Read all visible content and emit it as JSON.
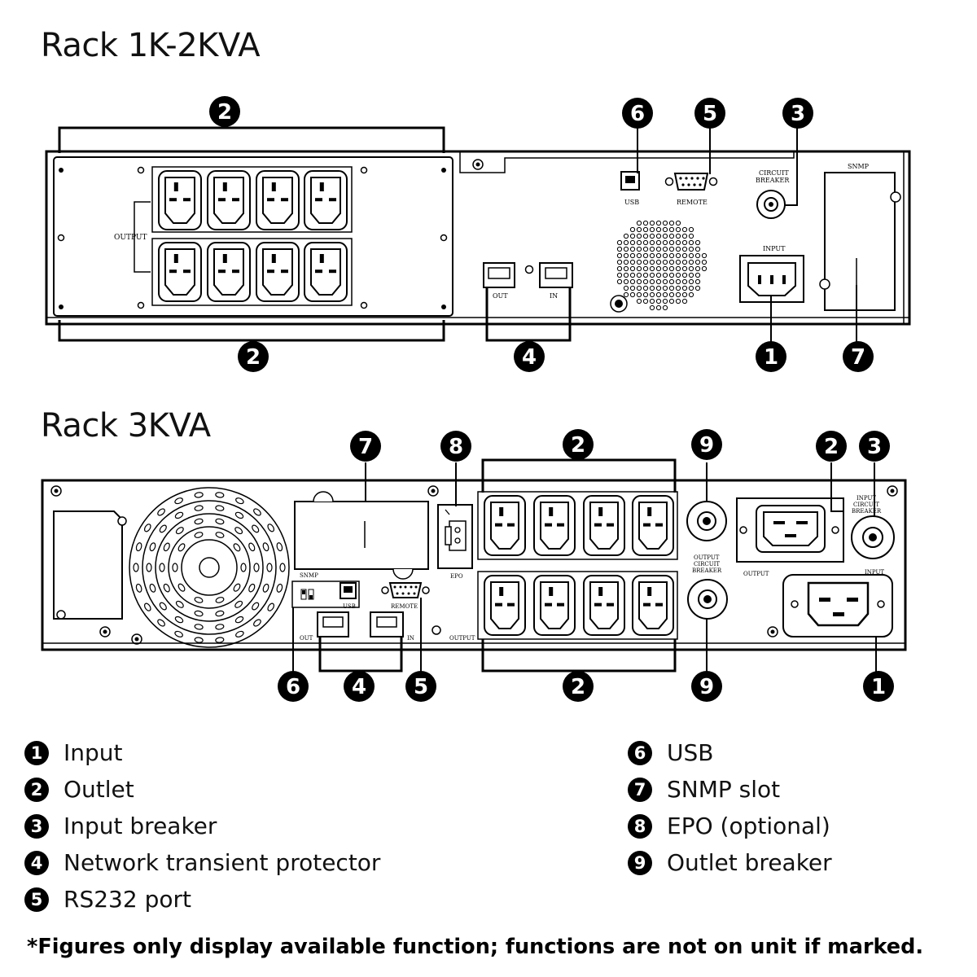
{
  "titles": {
    "rack1": "Rack 1K-2KVA",
    "rack3": "Rack 3KVA"
  },
  "panel1_labels": {
    "output": "OUTPUT",
    "usb": "USB",
    "remote": "REMOTE",
    "circuit": "CIRCUIT",
    "breaker": "BREAKER",
    "input": "INPUT",
    "snmp": "SNMP",
    "out": "OUT",
    "in": "IN"
  },
  "panel2_labels": {
    "snmp": "SNMP",
    "usb": "USB",
    "remote": "REMOTE",
    "out": "OUT",
    "in": "IN",
    "epo": "EPO",
    "output": "OUTPUT",
    "output_r": "OUTPUT",
    "input": "INPUT",
    "obr1": "OUTPUT",
    "obr2": "CIRCUIT",
    "obr3": "BREAKER",
    "ibr1": "INPUT",
    "ibr2": "CIRCUIT",
    "ibr3": "BREAKER",
    "output_lower": "OUTPUT"
  },
  "callout_numbers": [
    "1",
    "2",
    "3",
    "4",
    "5",
    "6",
    "7",
    "8",
    "9"
  ],
  "legend": [
    {
      "num": "1",
      "label": "Input"
    },
    {
      "num": "2",
      "label": "Outlet"
    },
    {
      "num": "3",
      "label": "Input breaker"
    },
    {
      "num": "4",
      "label": "Network transient protector"
    },
    {
      "num": "5",
      "label": "RS232 port"
    },
    {
      "num": "6",
      "label": "USB"
    },
    {
      "num": "7",
      "label": "SNMP slot"
    },
    {
      "num": "8",
      "label": "EPO (optional)"
    },
    {
      "num": "9",
      "label": "Outlet breaker"
    }
  ],
  "footnote": "*Figures only display available function; functions are not on unit if marked."
}
